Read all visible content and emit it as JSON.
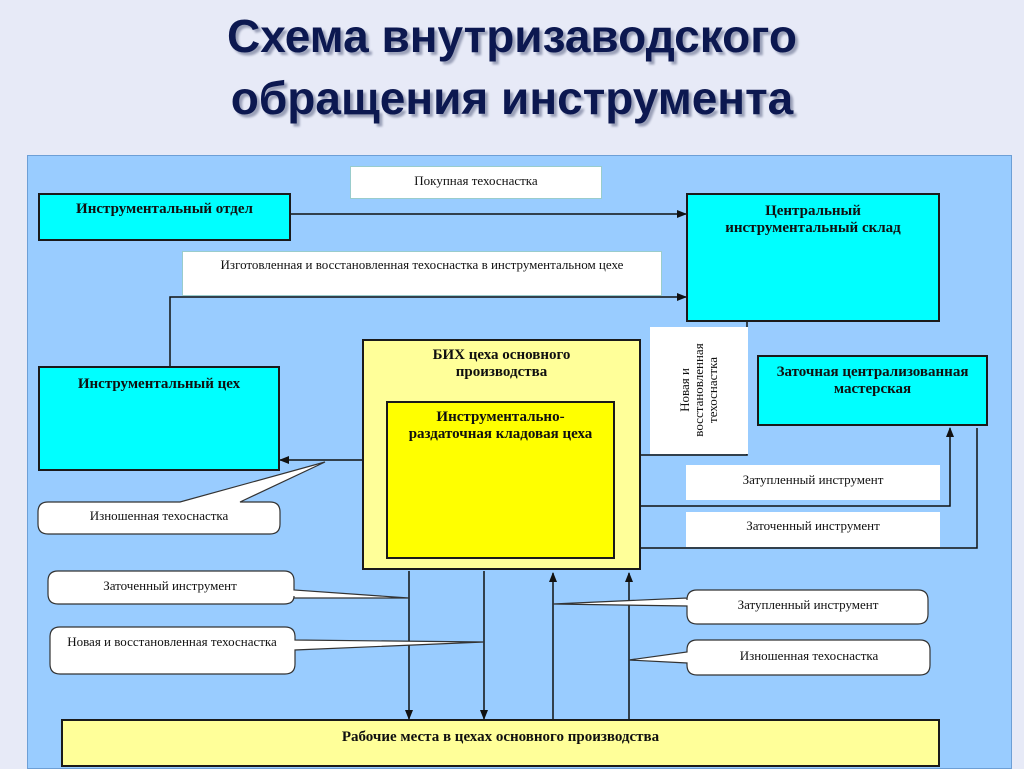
{
  "title": {
    "line1": "Схема внутризаводского",
    "line2": "обращения инструмента"
  },
  "boxes": {
    "tool_department": "Инструментальный отдел",
    "central_warehouse": "Центральный инструментальный склад",
    "tool_shop": "Инструментальный цех",
    "bih": "БИХ цеха основного производства",
    "issuing_storeroom": "Инструментально-раздаточная кладовая цеха",
    "sharpening_workshop": "Заточная централизованная мастерская",
    "workplaces": "Рабочие места в цехах основного производства"
  },
  "labels": {
    "purchased": "Покупная техоснастка",
    "manufactured": "Изготовленная и восстановленная техоснастка в инструментальном цехе",
    "new_restored_vertical": "Новая и восстановленная техоснастка",
    "dull_right": "Затупленный инструмент",
    "sharpened_right": "Заточенный инструмент",
    "worn_left": "Изношенная техоснастка",
    "sharpened_left": "Заточенный инструмент",
    "new_restored_left": "Новая и восстановленная техоснастка",
    "dull_bottom": "Затупленный инструмент",
    "worn_bottom": "Изношенная техоснастка"
  },
  "colors": {
    "panel": "#99ccff",
    "cyan_box": "#00ffff",
    "bih_box": "#ffff99",
    "storeroom_box": "#ffff00",
    "title": "#0c1850"
  }
}
